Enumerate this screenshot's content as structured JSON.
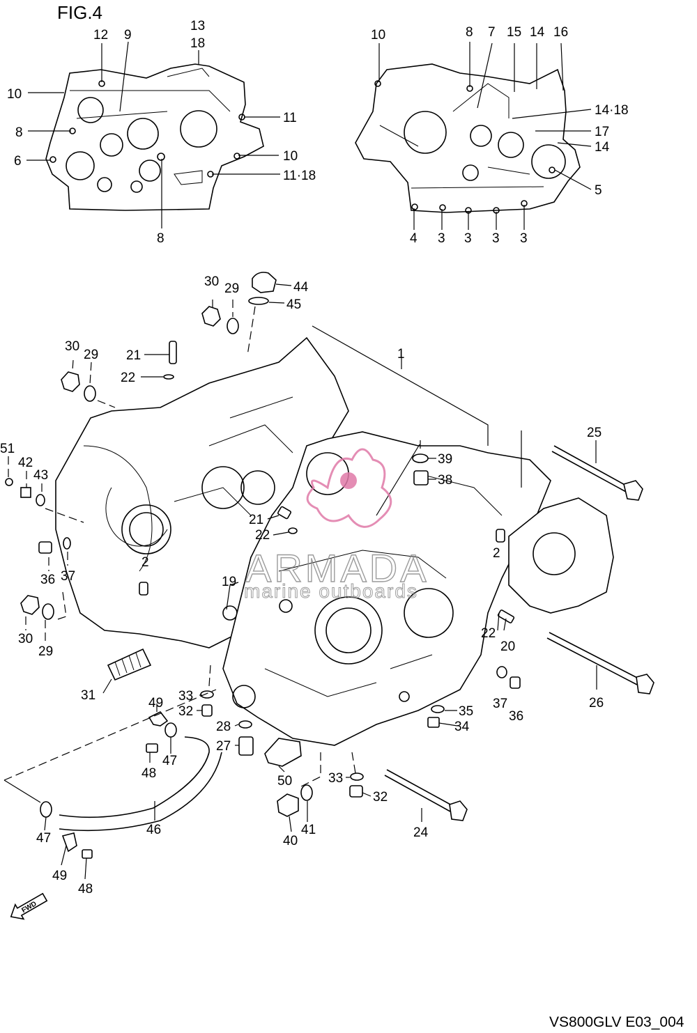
{
  "figure_title": "FIG.4",
  "diagram_code": "VS800GLV E03_004",
  "watermark": {
    "brand": "ARMADA",
    "tagline": "marine outboards",
    "color": "#e07aa8"
  },
  "fwd_label": "FWD",
  "callouts": {
    "l_top_12": "12",
    "l_top_9": "9",
    "l_top_13": "13",
    "l_top_18": "18",
    "l_top_10a": "10",
    "l_top_8a": "8",
    "l_top_6": "6",
    "l_top_11a": "11",
    "l_top_10b": "10",
    "l_top_11_18": "11·18",
    "l_top_8b": "8",
    "r_top_10": "10",
    "r_top_8": "8",
    "r_top_7": "7",
    "r_top_15": "15",
    "r_top_14a": "14",
    "r_top_16": "16",
    "r_top_14_18": "14·18",
    "r_top_17": "17",
    "r_top_14b": "14",
    "r_top_5": "5",
    "r_top_4": "4",
    "r_top_3a": "3",
    "r_top_3b": "3",
    "r_top_3c": "3",
    "r_top_3d": "3",
    "m_30a": "30",
    "m_29a": "29",
    "m_44": "44",
    "m_45": "45",
    "m_1": "1",
    "m_30b": "30",
    "m_29b": "29",
    "m_21a": "21",
    "m_22a": "22",
    "m_51": "51",
    "m_42": "42",
    "m_43": "43",
    "m_2a": "2",
    "m_36a": "36",
    "m_37a": "37",
    "m_30c": "30",
    "m_29c": "29",
    "m_31": "31",
    "m_19": "19",
    "m_21b": "21",
    "m_22b": "22",
    "m_39": "39",
    "m_38": "38",
    "m_25": "25",
    "m_2b": "2",
    "m_22c": "22",
    "m_20": "20",
    "m_37b": "37",
    "m_36b": "36",
    "m_26": "26",
    "m_35": "35",
    "m_34": "34",
    "m_33a": "33",
    "m_32a": "32",
    "m_49a": "49",
    "m_28": "28",
    "m_27": "27",
    "m_48a": "48",
    "m_47a": "47",
    "m_50": "50",
    "m_33b": "33",
    "m_32b": "32",
    "m_24": "24",
    "m_40": "40",
    "m_41": "41",
    "m_46": "46",
    "m_47b": "47",
    "m_49b": "49",
    "m_48b": "48"
  }
}
